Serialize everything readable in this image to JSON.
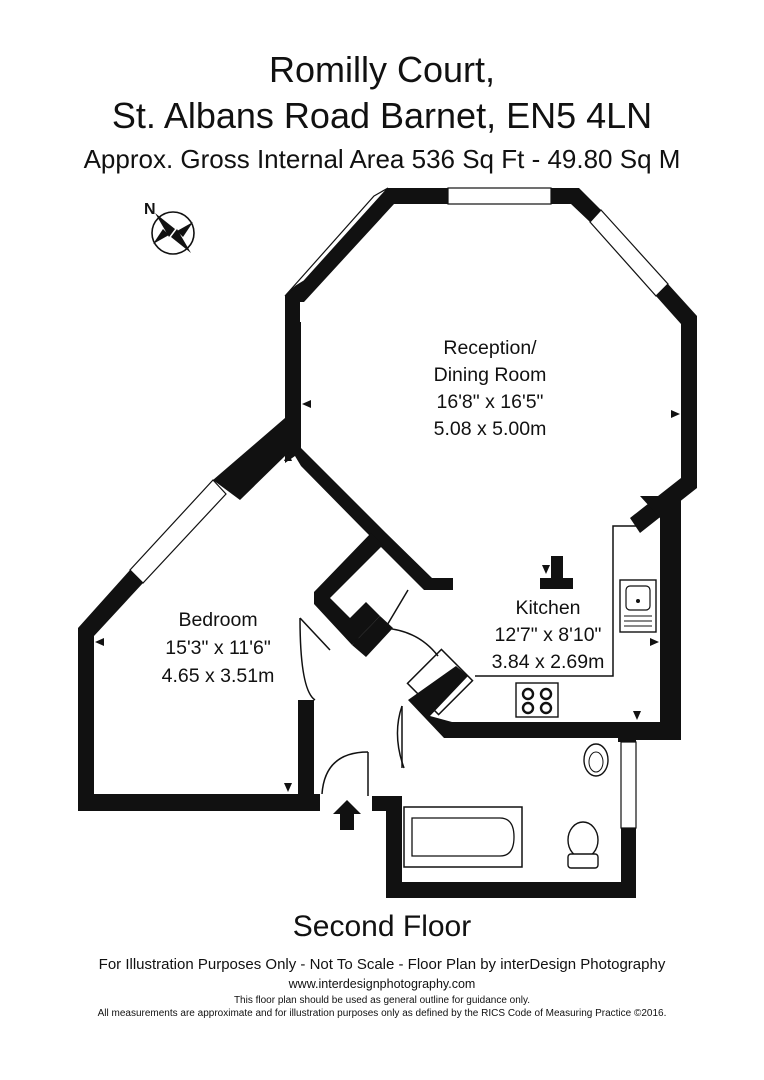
{
  "header": {
    "line1": "Romilly Court,",
    "line2": "St. Albans Road Barnet, EN5 4LN",
    "area": "Approx. Gross Internal Area   536 Sq Ft  -  49.80 Sq M"
  },
  "compass": {
    "label": "N"
  },
  "rooms": {
    "reception": {
      "name1": "Reception/",
      "name2": "Dining Room",
      "imperial": "16'8\" x 16'5\"",
      "metric": "5.08 x 5.00m"
    },
    "kitchen": {
      "name": "Kitchen",
      "imperial": "12'7\" x 8'10\"",
      "metric": "3.84 x 2.69m"
    },
    "bedroom": {
      "name": "Bedroom",
      "imperial": "15'3\" x 11'6\"",
      "metric": "4.65 x 3.51m"
    }
  },
  "footer": {
    "floor": "Second Floor",
    "credit": "For Illustration Purposes Only - Not To Scale - Floor Plan by interDesign Photography",
    "website": "www.interdesignphotography.com",
    "note1": "This floor plan should be used as general outline for guidance only.",
    "note2": "All measurements are approximate and for illustration purposes only as defined by the RICS Code of Measuring Practice ©2016."
  },
  "colors": {
    "wall": "#111111",
    "background": "#ffffff"
  }
}
